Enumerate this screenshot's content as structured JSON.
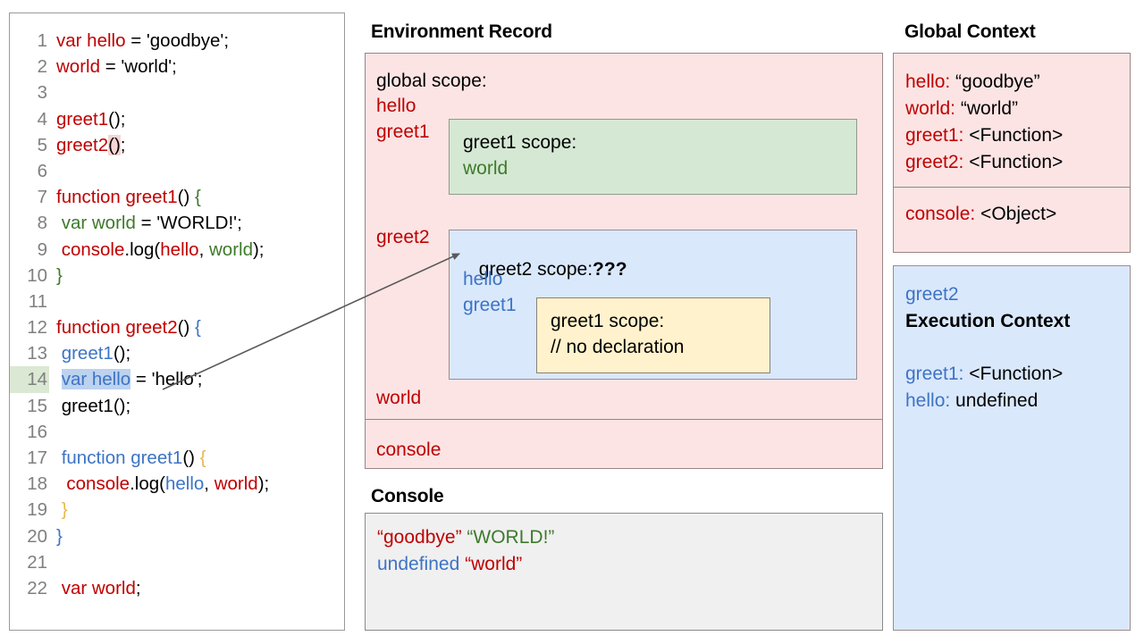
{
  "code_panel": {
    "name": "javascript-source-code",
    "lines": [
      {
        "num": "1",
        "active": false,
        "tokens": [
          {
            "t": "var hello",
            "c": "red"
          },
          {
            "t": " = 'goodbye';",
            "c": "black"
          }
        ]
      },
      {
        "num": "2",
        "active": false,
        "tokens": [
          {
            "t": "world",
            "c": "red"
          },
          {
            "t": " = 'world';",
            "c": "black"
          }
        ]
      },
      {
        "num": "3",
        "active": false,
        "tokens": []
      },
      {
        "num": "4",
        "active": false,
        "tokens": [
          {
            "t": "greet1",
            "c": "red"
          },
          {
            "t": "();",
            "c": "black"
          }
        ]
      },
      {
        "num": "5",
        "active": false,
        "tokens": [
          {
            "t": "greet2",
            "c": "red"
          },
          {
            "t": "()",
            "c": "black",
            "hl": "pink"
          },
          {
            "t": ";",
            "c": "black"
          }
        ]
      },
      {
        "num": "6",
        "active": false,
        "tokens": []
      },
      {
        "num": "7",
        "active": false,
        "tokens": [
          {
            "t": "function greet1",
            "c": "red"
          },
          {
            "t": "() ",
            "c": "black"
          },
          {
            "t": "{",
            "c": "green"
          }
        ]
      },
      {
        "num": "8",
        "active": false,
        "tokens": [
          {
            "t": " ",
            "c": "black"
          },
          {
            "t": "var world",
            "c": "green"
          },
          {
            "t": " = 'WORLD!';",
            "c": "black"
          }
        ]
      },
      {
        "num": "9",
        "active": false,
        "tokens": [
          {
            "t": " ",
            "c": "black"
          },
          {
            "t": "console",
            "c": "red"
          },
          {
            "t": ".log(",
            "c": "black"
          },
          {
            "t": "hello",
            "c": "red"
          },
          {
            "t": ", ",
            "c": "black"
          },
          {
            "t": "world",
            "c": "green"
          },
          {
            "t": ");",
            "c": "black"
          }
        ]
      },
      {
        "num": "10",
        "active": false,
        "tokens": [
          {
            "t": "}",
            "c": "green"
          }
        ]
      },
      {
        "num": "11",
        "active": false,
        "tokens": []
      },
      {
        "num": "12",
        "active": false,
        "tokens": [
          {
            "t": "function greet2",
            "c": "red"
          },
          {
            "t": "() ",
            "c": "black"
          },
          {
            "t": "{",
            "c": "blue"
          }
        ]
      },
      {
        "num": "13",
        "active": false,
        "tokens": [
          {
            "t": " ",
            "c": "black"
          },
          {
            "t": "greet1",
            "c": "blue"
          },
          {
            "t": "();",
            "c": "black"
          }
        ]
      },
      {
        "num": "14",
        "active": true,
        "tokens": [
          {
            "t": " ",
            "c": "black"
          },
          {
            "t": "var hello",
            "c": "blue",
            "hl": "blue"
          },
          {
            "t": " = 'hello';",
            "c": "black"
          }
        ]
      },
      {
        "num": "15",
        "active": false,
        "tokens": [
          {
            "t": " greet1();",
            "c": "black"
          }
        ]
      },
      {
        "num": "16",
        "active": false,
        "tokens": []
      },
      {
        "num": "17",
        "active": false,
        "tokens": [
          {
            "t": " ",
            "c": "black"
          },
          {
            "t": "function greet1",
            "c": "blue"
          },
          {
            "t": "() ",
            "c": "black"
          },
          {
            "t": "{",
            "c": "gold"
          }
        ]
      },
      {
        "num": "18",
        "active": false,
        "tokens": [
          {
            "t": "  ",
            "c": "black"
          },
          {
            "t": "console",
            "c": "red"
          },
          {
            "t": ".log(",
            "c": "black"
          },
          {
            "t": "hello",
            "c": "blue"
          },
          {
            "t": ", ",
            "c": "black"
          },
          {
            "t": "world",
            "c": "red"
          },
          {
            "t": ");",
            "c": "black"
          }
        ]
      },
      {
        "num": "19",
        "active": false,
        "tokens": [
          {
            "t": " ",
            "c": "black"
          },
          {
            "t": "}",
            "c": "gold"
          }
        ]
      },
      {
        "num": "20",
        "active": false,
        "tokens": [
          {
            "t": "}",
            "c": "blue"
          }
        ]
      },
      {
        "num": "21",
        "active": false,
        "tokens": []
      },
      {
        "num": "22",
        "active": false,
        "tokens": [
          {
            "t": " ",
            "c": "black"
          },
          {
            "t": "var world",
            "c": "red"
          },
          {
            "t": ";",
            "c": "black"
          }
        ]
      }
    ]
  },
  "environment_record": {
    "title": "Environment Record",
    "global_scope_label": "global scope:",
    "bindings_upper": [
      "hello",
      "greet1",
      "greet2",
      "world"
    ],
    "bindings_lower": [
      "console"
    ],
    "greet1_scope": {
      "header": "greet1 scope:",
      "entries": [
        "world"
      ]
    },
    "greet2_scope": {
      "header": "greet2 scope:",
      "header_suffix": "???",
      "entries": [
        "hello",
        "greet1"
      ],
      "inner_greet1_scope": {
        "header": "greet1 scope:",
        "entries": [
          "// no declaration"
        ]
      }
    }
  },
  "console": {
    "title": "Console",
    "rows": [
      [
        {
          "t": "“goodbye”",
          "c": "red"
        },
        {
          "t": " ",
          "c": "black"
        },
        {
          "t": "“WORLD!”",
          "c": "green"
        }
      ],
      [
        {
          "t": "undefined",
          "c": "blue"
        },
        {
          "t": " ",
          "c": "black"
        },
        {
          "t": "“world”",
          "c": "red"
        }
      ]
    ]
  },
  "global_context": {
    "title": "Global Context",
    "upper": [
      {
        "key": "hello",
        "value": " “goodbye”"
      },
      {
        "key": "world",
        "value": " “world”"
      },
      {
        "key": "greet1",
        "value": " <Function>"
      },
      {
        "key": "greet2",
        "value": " <Function>"
      }
    ],
    "lower": [
      {
        "key": "console",
        "value": " <Object>"
      }
    ]
  },
  "execution_context": {
    "owner": "greet2",
    "title": "Execution Context",
    "entries": [
      {
        "key": "greet1",
        "value": " <Function>"
      },
      {
        "key": "hello",
        "value": " undefined"
      }
    ]
  },
  "colors": {
    "pink_bg": "#fce4e4",
    "green_bg": "#d5e8d4",
    "blue_bg": "#dae8fc",
    "yellow_bg": "#fff2cc",
    "console_bg": "#f0f0f0",
    "red_text": "#c00000",
    "green_text": "#3d7a2a",
    "blue_text": "#3d74c4",
    "gold_text": "#e8b84b",
    "arrow": "#595959",
    "active_line_bg": "#dbe8d4",
    "selection_bg": "#bcd2ef"
  }
}
